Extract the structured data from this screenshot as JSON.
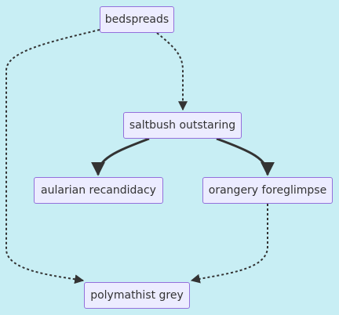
{
  "diagram": {
    "type": "flowchart",
    "colors": {
      "background": "#c8eef4",
      "node_fill": "#ececff",
      "node_border": "#9370db",
      "edge": "#333333",
      "text": "#333333"
    },
    "nodes": [
      {
        "id": "bedspreads",
        "label": "bedspreads"
      },
      {
        "id": "saltbush",
        "label": "saltbush outstaring"
      },
      {
        "id": "aularian",
        "label": "aularian recandidacy"
      },
      {
        "id": "orangery",
        "label": "orangery foreglimpse"
      },
      {
        "id": "polymath",
        "label": "polymathist grey"
      }
    ],
    "edges": [
      {
        "from": "bedspreads",
        "to": "saltbush",
        "style": "dotted"
      },
      {
        "from": "bedspreads",
        "to": "polymath",
        "style": "dotted"
      },
      {
        "from": "saltbush",
        "to": "aularian",
        "style": "solid"
      },
      {
        "from": "saltbush",
        "to": "orangery",
        "style": "solid"
      },
      {
        "from": "orangery",
        "to": "polymath",
        "style": "dotted"
      }
    ]
  }
}
